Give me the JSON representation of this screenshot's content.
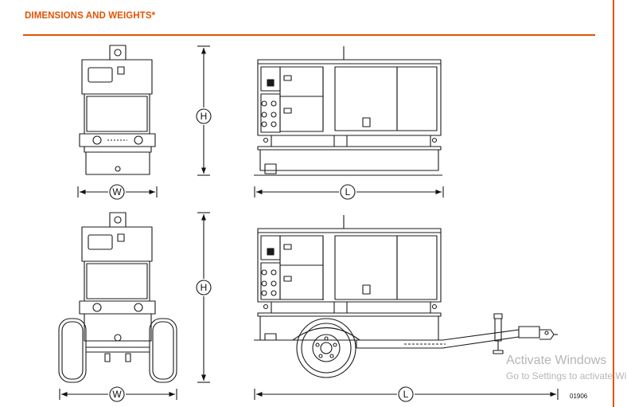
{
  "header": {
    "title": "DIMENSIONS AND WEIGHTS*",
    "accent_color": "#E35205"
  },
  "diagram": {
    "dimension_labels": {
      "height": "H",
      "width": "W",
      "length": "L"
    },
    "figure_number": "01906",
    "views": [
      "front-view-skid",
      "side-view-skid",
      "front-view-trailer",
      "side-view-trailer"
    ]
  },
  "watermark": {
    "line1": "Activate Windows",
    "line2": "Go to Settings to activate Windows."
  }
}
